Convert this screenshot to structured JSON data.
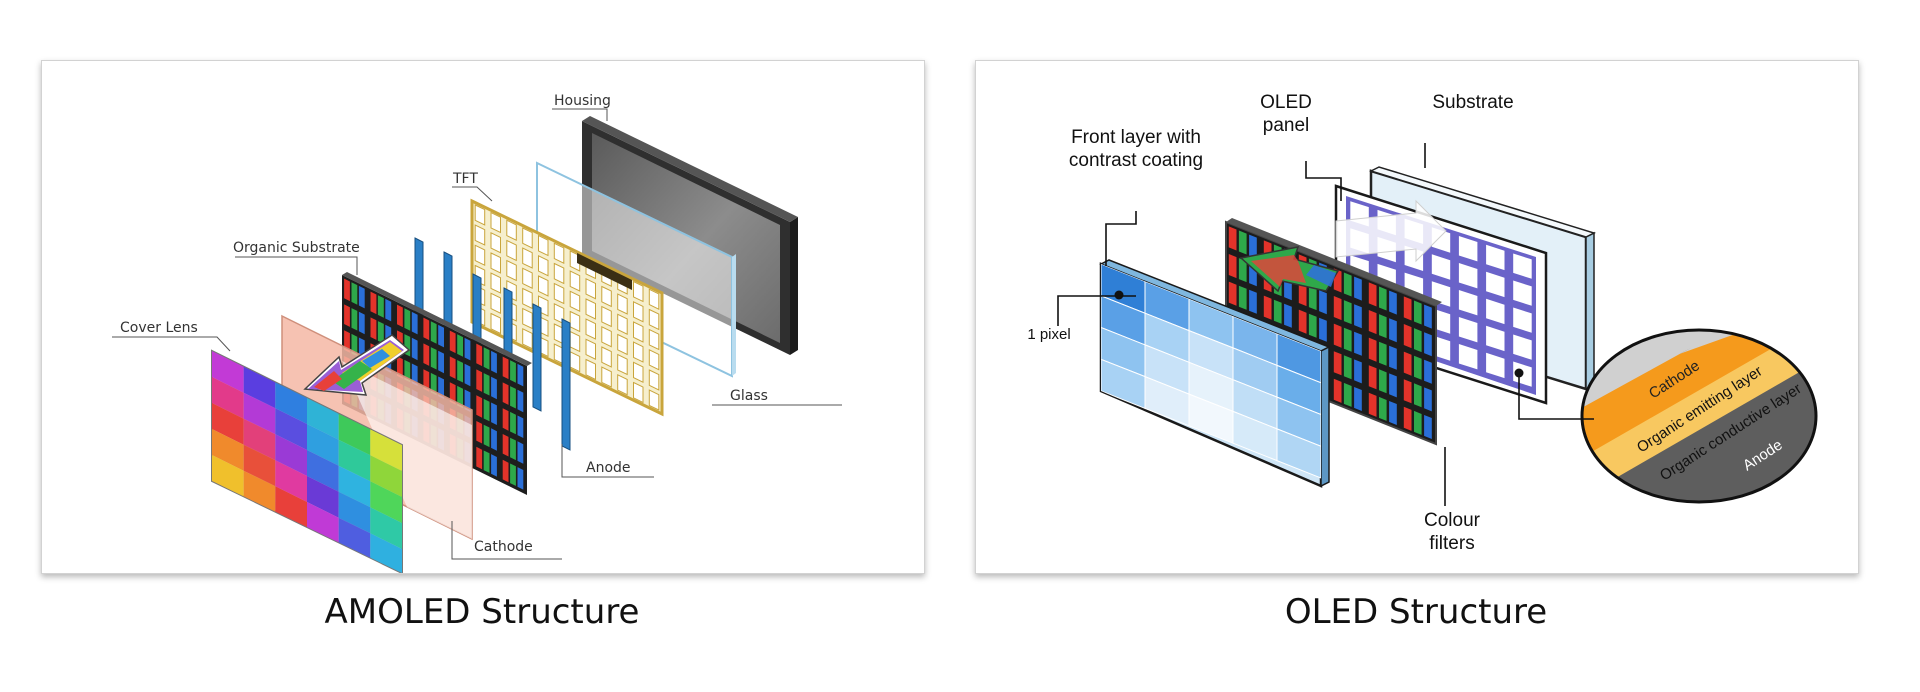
{
  "amoled": {
    "caption": "AMOLED Structure",
    "labels": {
      "housing": "Housing",
      "tft": "TFT",
      "organic_substrate": "Organic Substrate",
      "cover_lens": "Cover Lens",
      "glass": "Glass",
      "anode": "Anode",
      "cathode": "Cathode"
    }
  },
  "oled": {
    "caption": "OLED Structure",
    "labels": {
      "oled_panel_1": "OLED",
      "oled_panel_2": "panel",
      "substrate": "Substrate",
      "front_layer_1": "Front layer with",
      "front_layer_2": "contrast coating",
      "one_pixel": "1 pixel",
      "colour_filters_1": "Colour",
      "colour_filters_2": "filters"
    },
    "layers": {
      "cathode": "Cathode",
      "organic_emitting": "Organic emitting layer",
      "organic_conductive": "Organic conductive layer",
      "anode": "Anode"
    }
  },
  "colors": {
    "anode_blue": "#2a7fc6",
    "tft_gold": "#d9bd55",
    "housing_dark": "#3a3a3a",
    "emitting_orange": "#f59a1c",
    "conductive_yellow": "#f8c860",
    "cathode_grey": "#cfcfcf",
    "anode_grey": "#5e5e5e",
    "frame_purple": "#6a63c9"
  }
}
